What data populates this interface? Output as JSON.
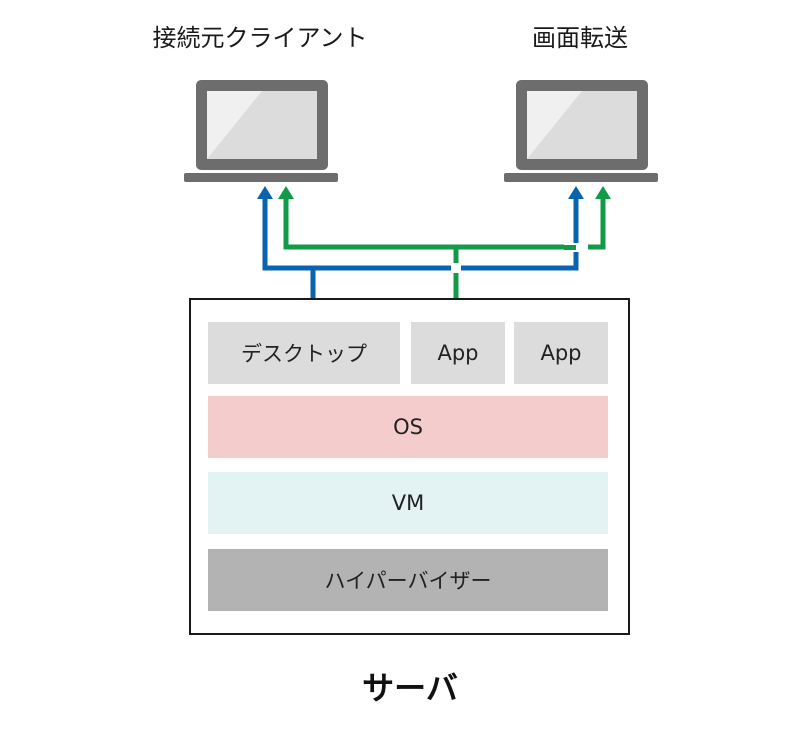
{
  "clients": [
    {
      "label": "接続元クライアント"
    },
    {
      "label": "画面転送"
    }
  ],
  "server": {
    "label": "サーバ",
    "apps": [
      {
        "label": "デスクトップ"
      },
      {
        "label": "App"
      },
      {
        "label": "App"
      }
    ],
    "layers": [
      {
        "label": "OS",
        "color": "#f5cccc"
      },
      {
        "label": "VM",
        "color": "#e3f2f3"
      },
      {
        "label": "ハイパーバイザー",
        "color": "#b3b3b3"
      }
    ],
    "app_tile_color": "#dcdcdc"
  },
  "connections": {
    "desktop_stream_color": "#0a63ad",
    "app_stream_color": "#119a48"
  },
  "icons": {
    "client_device": "laptop-icon"
  }
}
